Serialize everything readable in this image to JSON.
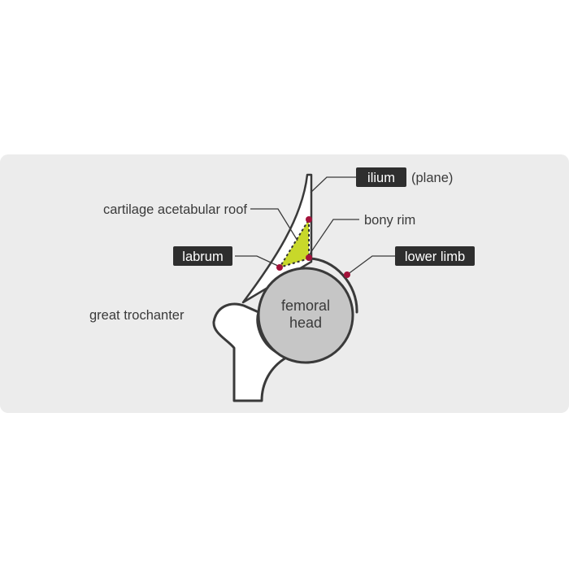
{
  "labels": {
    "ilium": "ilium",
    "ilium_suffix": "(plane)",
    "cartilage": "cartilage acetabular roof",
    "bony_rim": "bony rim",
    "labrum": "labrum",
    "lower_limb": "lower limb",
    "great_trochanter": "great trochanter",
    "femoral_head_line1": "femoral",
    "femoral_head_line2": "head"
  },
  "colors": {
    "panel": "#ececec",
    "bone_outline": "#3a3a3a",
    "tag_background": "#2e2e2e",
    "cartilage_fill": "#c8d82a",
    "femoral_head_fill": "#c6c6c6",
    "marker": "#a3123a"
  }
}
